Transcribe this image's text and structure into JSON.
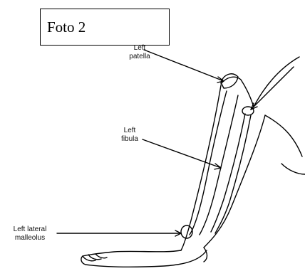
{
  "title": "Foto 2",
  "labels": {
    "patella_line1": "Left",
    "patella_line2": "patella",
    "fibula_line1": "Left",
    "fibula_line2": "fibula",
    "malleolus_line1": "Left lateral",
    "malleolus_line2": "malleolus"
  }
}
